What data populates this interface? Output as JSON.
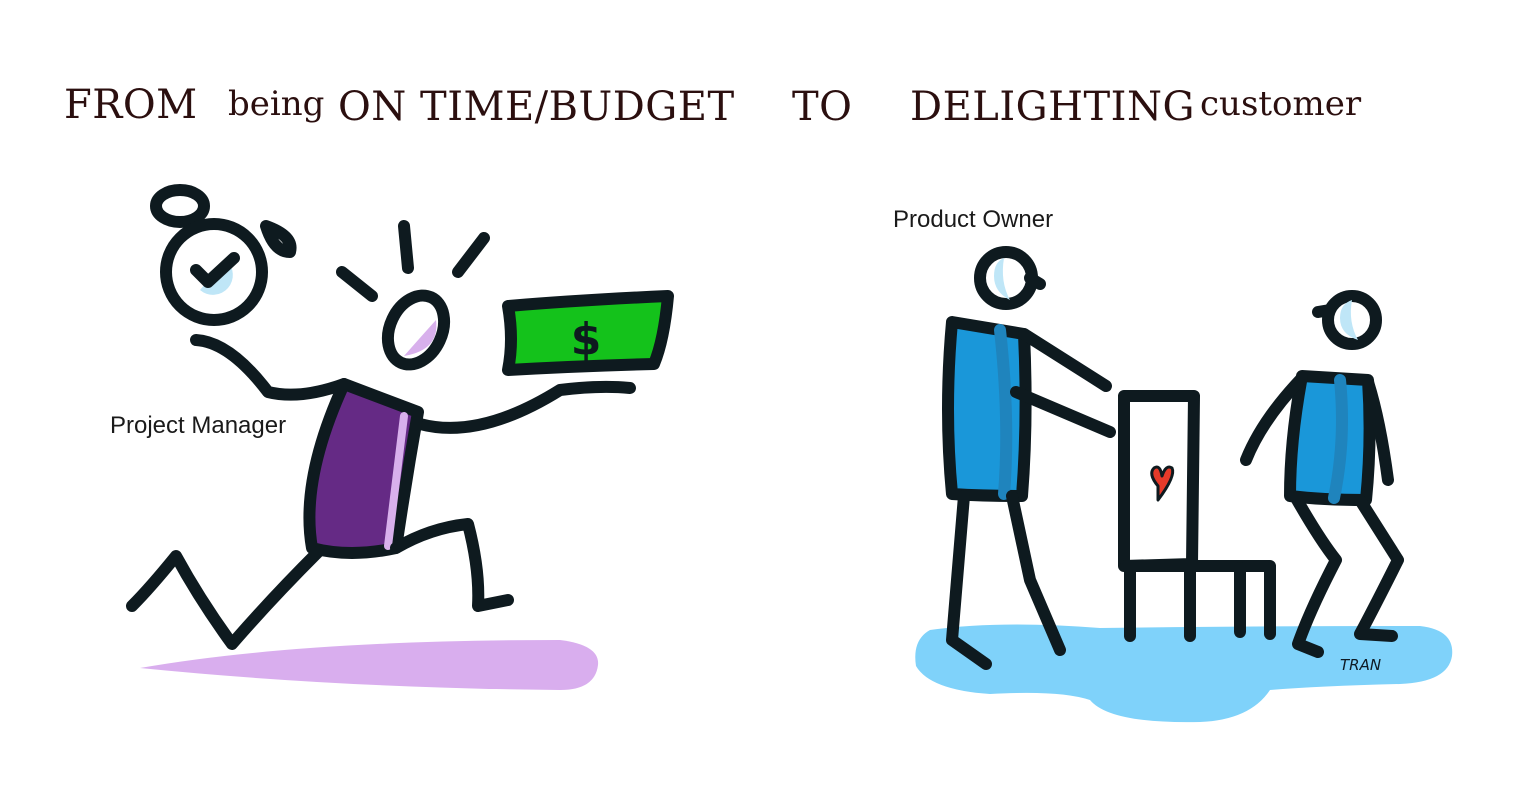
{
  "headline": {
    "from": "FROM",
    "being": "being",
    "on_time_budget": "ON TIME/BUDGET",
    "to": "TO",
    "delighting": "DELIGHTING",
    "customer": "customer"
  },
  "labels": {
    "project_manager": "Project Manager",
    "product_owner": "Product Owner"
  },
  "money": {
    "symbol": "$"
  },
  "signature": "TRAN",
  "colors": {
    "ink": "#0e1a1f",
    "pm_shirt": "#652a85",
    "pm_shirt_highlight": "#d8b0ec",
    "pm_shadow": "#d9aeee",
    "money_green": "#14c21b",
    "po_shirt": "#1a97d9",
    "po_shirt_shade": "#1f84bd",
    "floor_blue": "#7fd2fa",
    "heart": "#e53a2a",
    "head_highlight": "#bfe6f7"
  }
}
